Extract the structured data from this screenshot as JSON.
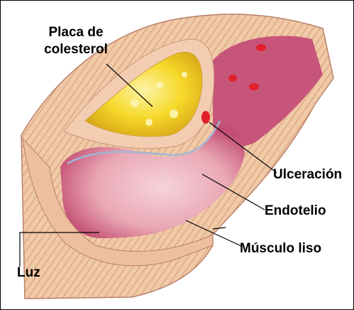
{
  "labels": {
    "placa_line1": "Placa de",
    "placa_line2": "colesterol",
    "ulceracion": "Ulceración",
    "endotelio": "Endotelio",
    "musculo_liso": "Músculo liso",
    "luz": "Luz"
  },
  "colors": {
    "frame": "#000000",
    "muscle_layer": "#f0c9a6",
    "muscle_stripe": "#d39a78",
    "lumen_wall": "#e9a7b4",
    "lumen_dark": "#c44d73",
    "plaque_yellow": "#f6d92a",
    "plaque_light": "#fbf3a8",
    "endothelium": "#9fb5d6",
    "ulcer_red": "#e0202a"
  }
}
